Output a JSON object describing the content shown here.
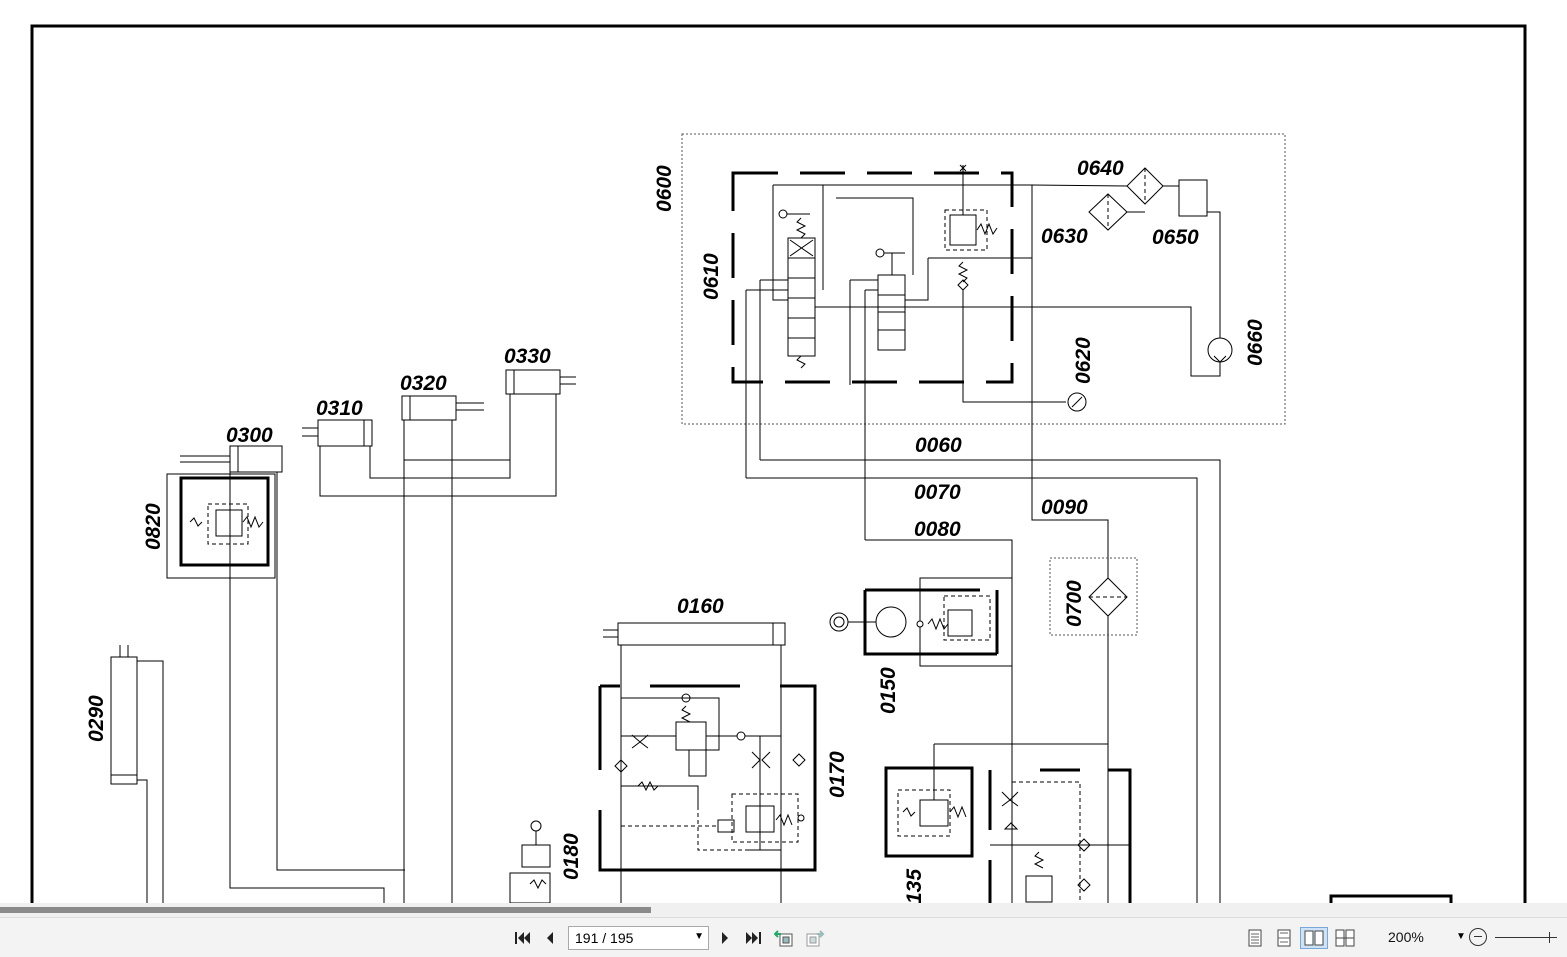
{
  "diagram": {
    "labels": {
      "l0600": "0600",
      "l0610": "0610",
      "l0620": "0620",
      "l0630": "0630",
      "l0640": "0640",
      "l0650": "0650",
      "l0660": "0660",
      "l0060": "0060",
      "l0070": "0070",
      "l0080": "0080",
      "l0090": "0090",
      "l0700": "0700",
      "l0150": "0150",
      "l0160": "0160",
      "l0170": "0170",
      "l0180": "0180",
      "l0135": "135",
      "l0290": "0290",
      "l0300": "0300",
      "l0310": "0310",
      "l0320": "0320",
      "l0330": "0330",
      "l0820": "0820"
    }
  },
  "toolbar": {
    "page_indicator": "191 / 195",
    "zoom": "200%",
    "icons": {
      "first": "first-page-icon",
      "prev": "previous-page-icon",
      "next": "next-page-icon",
      "last": "last-page-icon",
      "back_view": "previous-view-icon",
      "fwd_view": "next-view-icon",
      "single": "single-page-icon",
      "continuous": "continuous-page-icon",
      "facing": "facing-pages-icon",
      "facing_cont": "facing-continuous-icon"
    }
  }
}
